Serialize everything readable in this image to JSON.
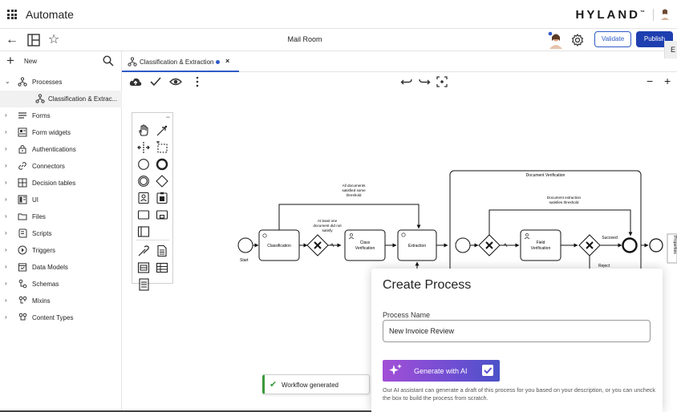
{
  "app": {
    "title": "Automate",
    "brand": "HYLAND",
    "brand_tm": "™"
  },
  "header": {
    "document_title": "Mail Room",
    "validate_label": "Validate",
    "publish_label": "Publish",
    "right_tab_label": "E"
  },
  "sidebar": {
    "new_label": "New",
    "items": [
      {
        "label": "Processes",
        "icon": "process-icon",
        "expanded": true
      },
      {
        "label": "Classification & Extrac...",
        "icon": "process-icon",
        "child": true,
        "selected": true
      },
      {
        "label": "Forms",
        "icon": "form-icon"
      },
      {
        "label": "Form widgets",
        "icon": "widgets-icon"
      },
      {
        "label": "Authentications",
        "icon": "lock-icon"
      },
      {
        "label": "Connectors",
        "icon": "link-icon"
      },
      {
        "label": "Decision tables",
        "icon": "table-icon"
      },
      {
        "label": "UI",
        "icon": "ui-icon"
      },
      {
        "label": "Files",
        "icon": "folder-icon"
      },
      {
        "label": "Scripts",
        "icon": "script-icon"
      },
      {
        "label": "Triggers",
        "icon": "trigger-icon"
      },
      {
        "label": "Data Models",
        "icon": "data-model-icon"
      },
      {
        "label": "Schemas",
        "icon": "schema-icon"
      },
      {
        "label": "Mixins",
        "icon": "mixin-icon"
      },
      {
        "label": "Content Types",
        "icon": "content-type-icon"
      }
    ]
  },
  "editor": {
    "tab_label": "Classification & Extraction",
    "tab_close": "×"
  },
  "diagram": {
    "start_label": "Start",
    "classification": "Classification",
    "class_verification": [
      "Class",
      "Verification"
    ],
    "extraction": "Extraction",
    "field_verification": [
      "Field",
      "Verification"
    ],
    "note_all_docs": [
      "All documents",
      "satisfied some",
      "threshold"
    ],
    "note_at_least": [
      "At least one",
      "document did not",
      "satisfy"
    ],
    "subprocess_title": "Document Verification",
    "note_doc_extraction": [
      "Document extraction",
      "satisfies threshold"
    ],
    "succeed": "Succeed",
    "reject": "Reject",
    "properties_tab": "Properties"
  },
  "toast": {
    "message": "Workflow generated"
  },
  "dialog": {
    "title": "Create Process",
    "field_label": "Process Name",
    "field_value": "New Invoice Review",
    "generate_label": "Generate with AI",
    "generate_checked": true,
    "help_text": "Our AI assistant can generate a draft of this process for you based on your description, or you can uncheck the box to build the process from scratch."
  },
  "colors": {
    "primary": "#1f3fb0",
    "accent": "#2f5ac7",
    "success": "#3b9a3b",
    "ai_gradient_start": "#a24fd6",
    "ai_gradient_end": "#4b52c8"
  }
}
